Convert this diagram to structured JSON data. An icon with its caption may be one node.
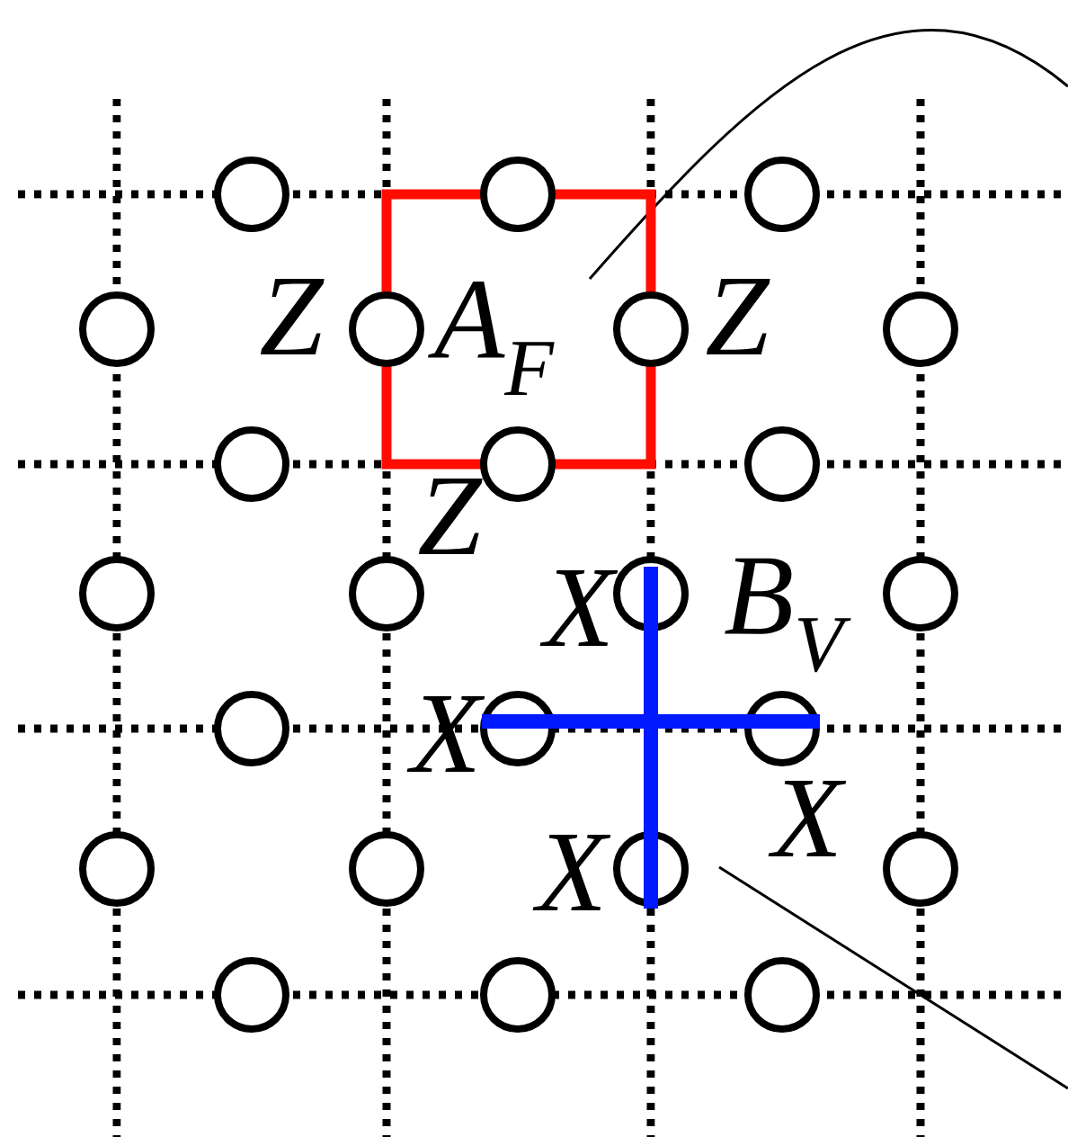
{
  "diagram": {
    "labels": [
      "Z",
      "A$_{F}$",
      "Z",
      "Z",
      "X",
      "B$_{V}$",
      "X",
      "X",
      "X"
    ]
  }
}
